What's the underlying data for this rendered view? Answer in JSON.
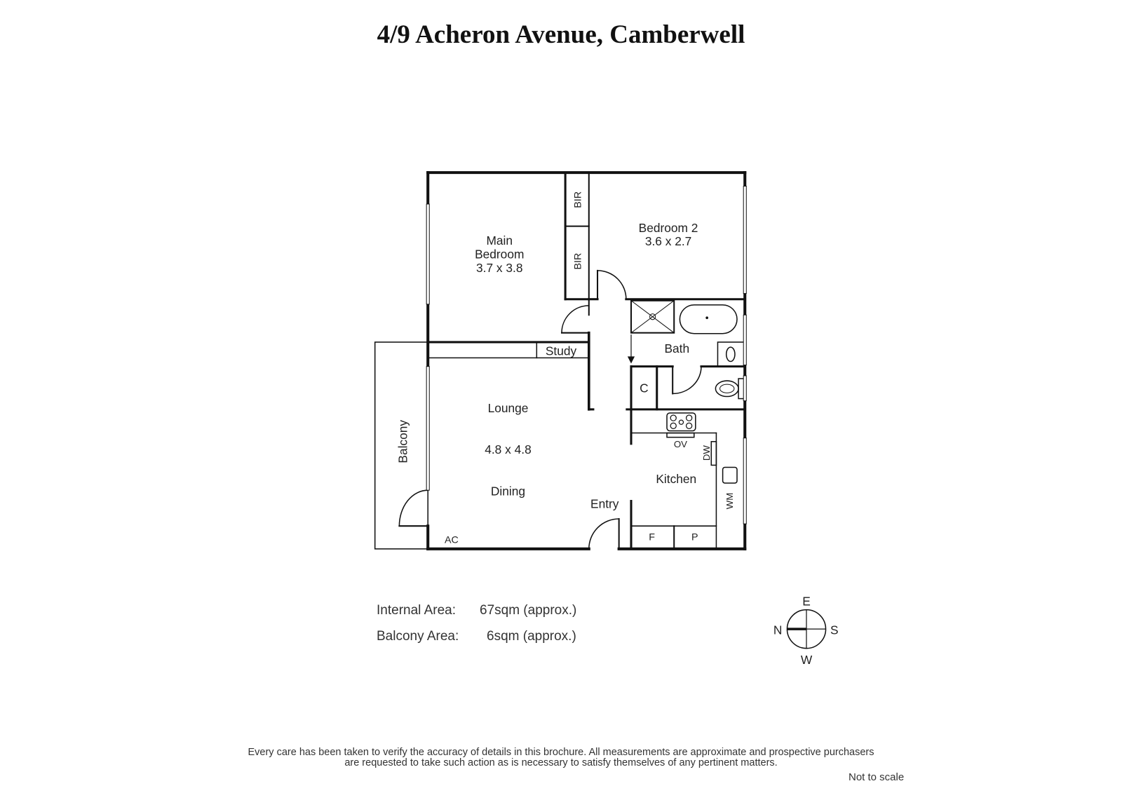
{
  "title": "4/9 Acheron Avenue, Camberwell",
  "rooms": {
    "main_bedroom": {
      "name_line1": "Main",
      "name_line2": "Bedroom",
      "size": "3.7 x 3.8"
    },
    "bedroom2": {
      "name": "Bedroom 2",
      "size": "3.6 x 2.7"
    },
    "bir1": "BIR",
    "bir2": "BIR",
    "study": "Study",
    "bath": "Bath",
    "cupboard": "C",
    "lounge": "Lounge",
    "lounge_size": "4.8 x 4.8",
    "dining": "Dining",
    "balcony": "Balcony",
    "entry": "Entry",
    "kitchen": "Kitchen",
    "ov": "OV",
    "dw": "DW",
    "wm": "WM",
    "fridge": "F",
    "pantry": "P",
    "ac": "AC"
  },
  "areas": {
    "internal_label": "Internal Area:",
    "internal_value": "67sqm (approx.)",
    "balcony_label": "Balcony Area:",
    "balcony_value": "6sqm (approx.)"
  },
  "compass": {
    "north": "N",
    "east": "E",
    "south": "S",
    "west": "W"
  },
  "disclaimer_line1": "Every care has been taken to verify the accuracy of details in this brochure.  All measurements are approximate and prospective purchasers",
  "disclaimer_line2": "are requested to take such action as is necessary to satisfy themselves of any pertinent matters.",
  "not_to_scale": "Not to scale"
}
